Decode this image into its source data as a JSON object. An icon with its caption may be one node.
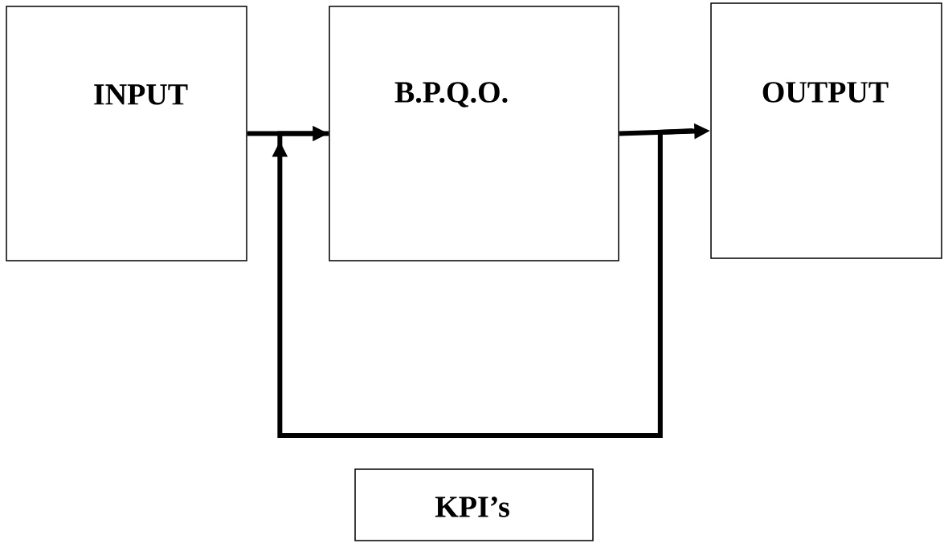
{
  "diagram": {
    "nodes": [
      {
        "text": [
          "INPUT"
        ]
      },
      {
        "text": [
          "B.P.Q.O."
        ]
      },
      {
        "text": [
          "OUTPUT"
        ]
      },
      {
        "text": [
          "KPI’s"
        ]
      }
    ],
    "edges": [
      {
        "from": 0,
        "to": 1,
        "arrow": "to"
      },
      {
        "from": 1,
        "to": 2,
        "arrow": "to"
      },
      {
        "from": 2,
        "to": 1,
        "arrow": "to"
      }
    ]
  }
}
